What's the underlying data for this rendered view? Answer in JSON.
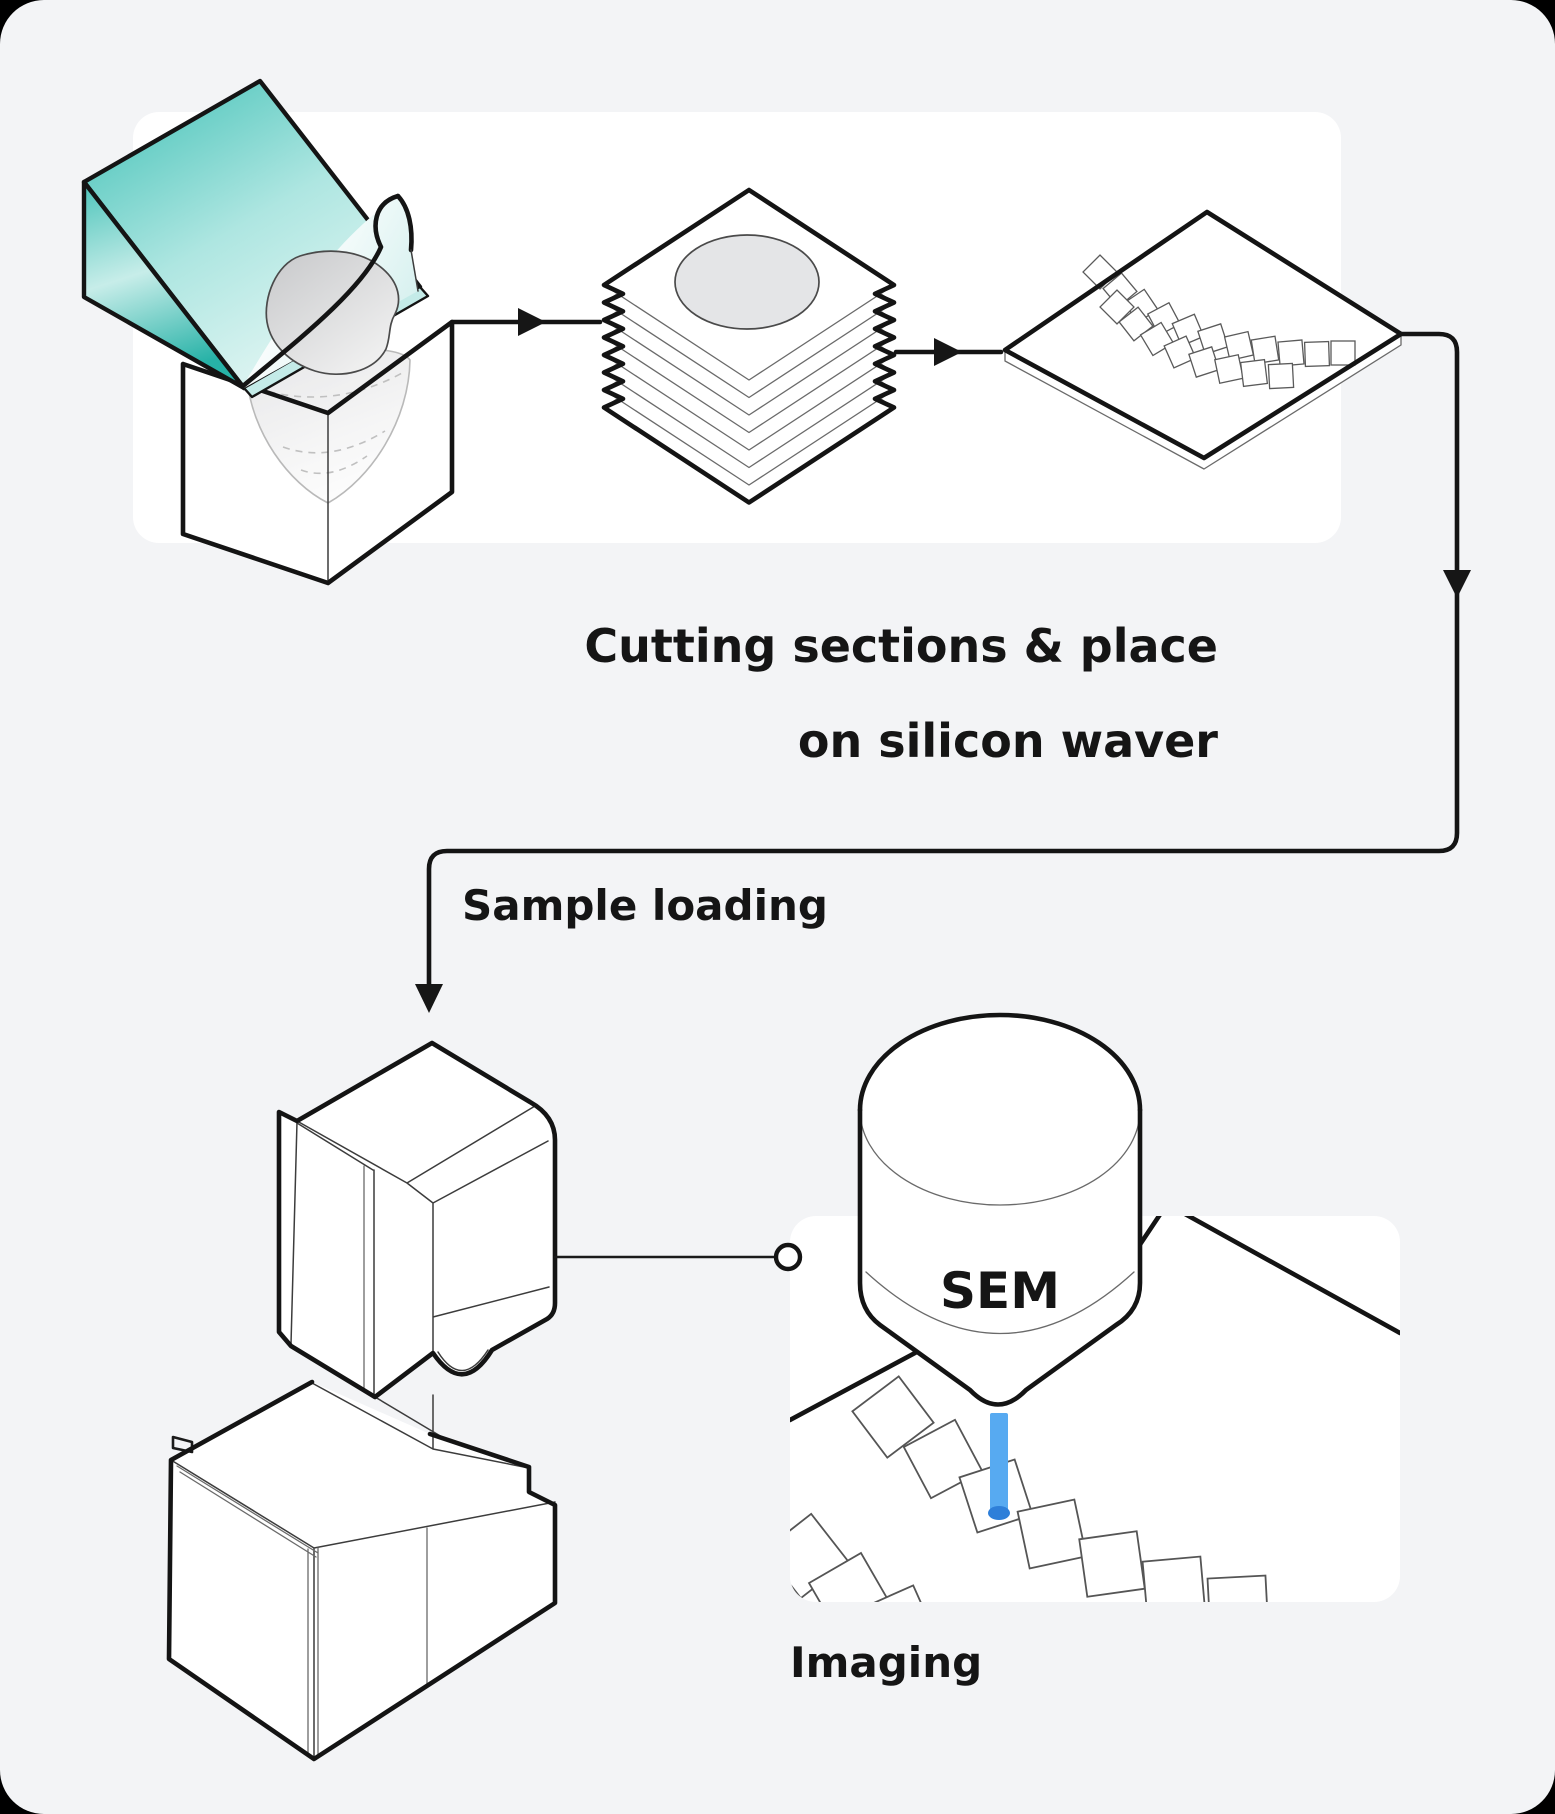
{
  "labels": {
    "step_cutting_line1": "Cutting sections & place",
    "step_cutting_line2": "on silicon waver",
    "step_loading": "Sample loading",
    "step_imaging": "Imaging",
    "sem": "SEM"
  },
  "colors": {
    "background": "#f3f4f6",
    "card": "#ffffff",
    "ink": "#141414",
    "teal_top_start": "#45c2b8",
    "teal_top_mid": "#aee6e1",
    "teal_top_end": "#d9f3f0",
    "teal_side_start": "#4cc4ba",
    "teal_side_mid": "#c7ede9",
    "teal_side_end": "#27b2a7",
    "sheet_start": "#ffffff",
    "sheet_end": "#cfeeec",
    "tissue_dark": "#c7c8ca",
    "tissue_light": "#f2f2f2",
    "teardrop_dark": "#d8d8da",
    "teardrop_light": "#fbfbfb",
    "stack_section_fill": "#e4e5e7",
    "beam_blue": "#57aaf1",
    "beam_dot_blue": "#2e7fd9"
  },
  "icons": {
    "sample_block": "resin-block-with-knife-icon",
    "section_stack": "section-stack-icon",
    "silicon_wafer": "silicon-wafer-icon",
    "microscope": "sem-machine-icon",
    "sem_column": "sem-column-beam-icon"
  }
}
